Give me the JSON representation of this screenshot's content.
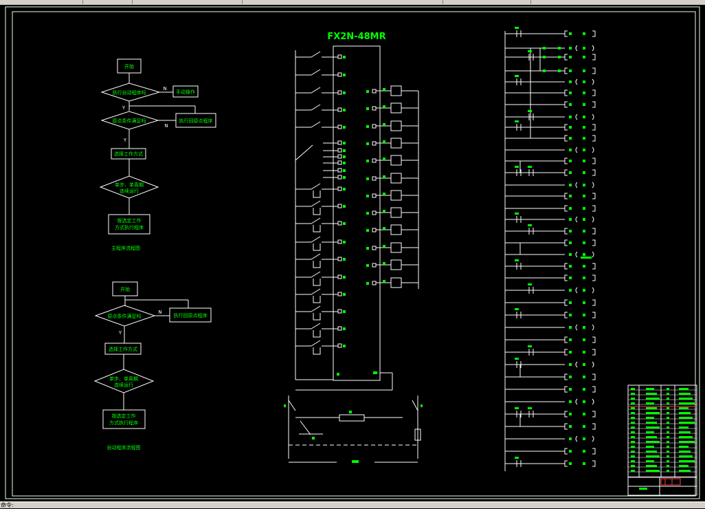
{
  "window": {
    "status_text": "命令:"
  },
  "colors": {
    "line": "#ffffff",
    "text": "#00ff00",
    "frame": "#e8ffe8",
    "background": "#000000"
  },
  "main_flow": {
    "caption": "主程序流程图",
    "start": "开始",
    "q1": "执行自动程序吗",
    "q1_no": "N",
    "manual": "手动操作",
    "q1_yes": "Y",
    "q2": "原点条件满足吗",
    "q2_no": "N",
    "homing": "执行回原点程序",
    "q2_yes": "Y",
    "select": "选择工作方式",
    "mode_line1": "单步、单周期",
    "mode_line2": "连续运行",
    "exec_line1": "按选定工作",
    "exec_line2": "方式执行程序"
  },
  "auto_flow": {
    "caption": "自动程序流程图",
    "start": "开始",
    "q": "原点条件满足吗",
    "q_no": "N",
    "homing": "执行回原点程序",
    "q_yes": "Y",
    "select": "选择工作方式",
    "mode_line1": "单步、单周期",
    "mode_line2": "连续运行",
    "exec_line1": "按选定工作",
    "exec_line2": "方式执行程序"
  },
  "plc": {
    "model": "FX2N-48MR"
  }
}
